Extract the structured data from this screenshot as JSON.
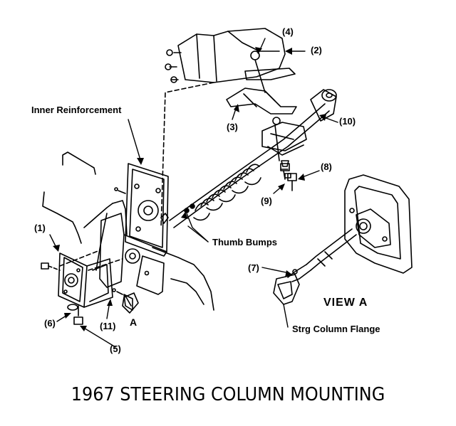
{
  "diagram": {
    "title": "1967 STEERING COLUMN MOUNTING",
    "callouts": {
      "c1": "(1)",
      "c2": "(2)",
      "c3": "(3)",
      "c4": "(4)",
      "c5": "(5)",
      "c6": "(6)",
      "c7": "(7)",
      "c8": "(8)",
      "c9": "(9)",
      "c10": "(10)",
      "c11": "(11)"
    },
    "labels": {
      "inner_reinforcement": "Inner Reinforcement",
      "thumb_bumps": "Thumb Bumps",
      "strg_column_flange": "Strg Column Flange",
      "view_a": "VIEW A",
      "a_marker": "A"
    },
    "colors": {
      "line": "#000000",
      "background": "#ffffff"
    }
  }
}
